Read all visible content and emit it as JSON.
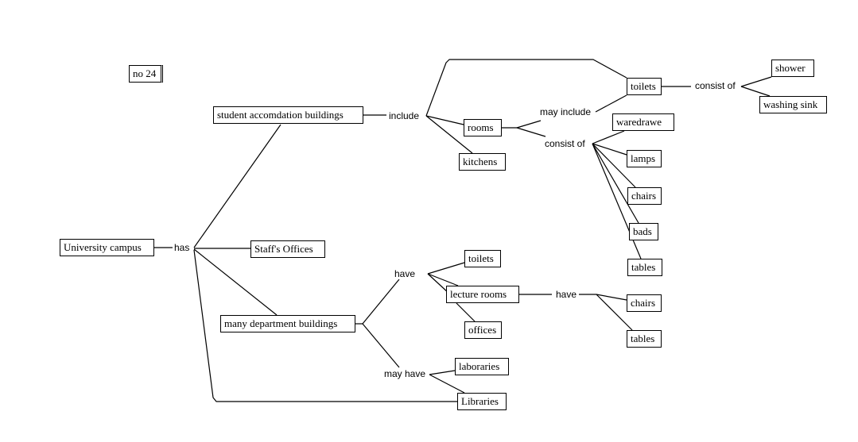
{
  "diagram": {
    "type": "concept-map",
    "title_tag": "no 24",
    "root": "University campus",
    "nodes": {
      "tag": "no 24",
      "campus": "University campus",
      "student_bldg": "student accomdation buildings",
      "staff": "Staff's Offices",
      "dept_bldg": "many department buildings",
      "libraries": "Libraries",
      "rooms": "rooms",
      "kitchens": "kitchens",
      "toilets_sa": "toilets",
      "shower": "shower",
      "washing_sink": "washing sink",
      "waredrawe": "waredrawe",
      "lamps": "lamps",
      "chairs_sa": "chairs",
      "bads": "bads",
      "tables_sa": "tables",
      "toilets_d": "toilets",
      "lecture_rooms": "lecture rooms",
      "offices": "offices",
      "chairs_d": "chairs",
      "tables_d": "tables",
      "laboraries": "laboraries"
    },
    "link_labels": {
      "has": "has",
      "include": "include",
      "may_include": "may include",
      "consist_of_rooms": "consist of",
      "consist_of_toilets": "consist of",
      "have_dept": "have",
      "may_have": "may have",
      "have_lecture": "have"
    },
    "relations": [
      {
        "from": "campus",
        "label": "has",
        "to": [
          "student_bldg",
          "staff",
          "dept_bldg",
          "libraries"
        ]
      },
      {
        "from": "student_bldg",
        "label": "include",
        "to": [
          "toilets_sa",
          "rooms",
          "kitchens"
        ]
      },
      {
        "from": "rooms",
        "label": "may include",
        "to": [
          "toilets_sa"
        ]
      },
      {
        "from": "rooms",
        "label": "consist of",
        "to": [
          "waredrawe",
          "lamps",
          "chairs_sa",
          "bads",
          "tables_sa"
        ]
      },
      {
        "from": "toilets_sa",
        "label": "consist of",
        "to": [
          "shower",
          "washing_sink"
        ]
      },
      {
        "from": "dept_bldg",
        "label": "have",
        "to": [
          "toilets_d",
          "lecture_rooms",
          "offices"
        ]
      },
      {
        "from": "dept_bldg",
        "label": "may have",
        "to": [
          "laboraries",
          "libraries"
        ]
      },
      {
        "from": "lecture_rooms",
        "label": "have",
        "to": [
          "chairs_d",
          "tables_d"
        ]
      }
    ]
  },
  "colors": {
    "line": "#000000",
    "box_border": "#000000",
    "background": "#ffffff"
  }
}
